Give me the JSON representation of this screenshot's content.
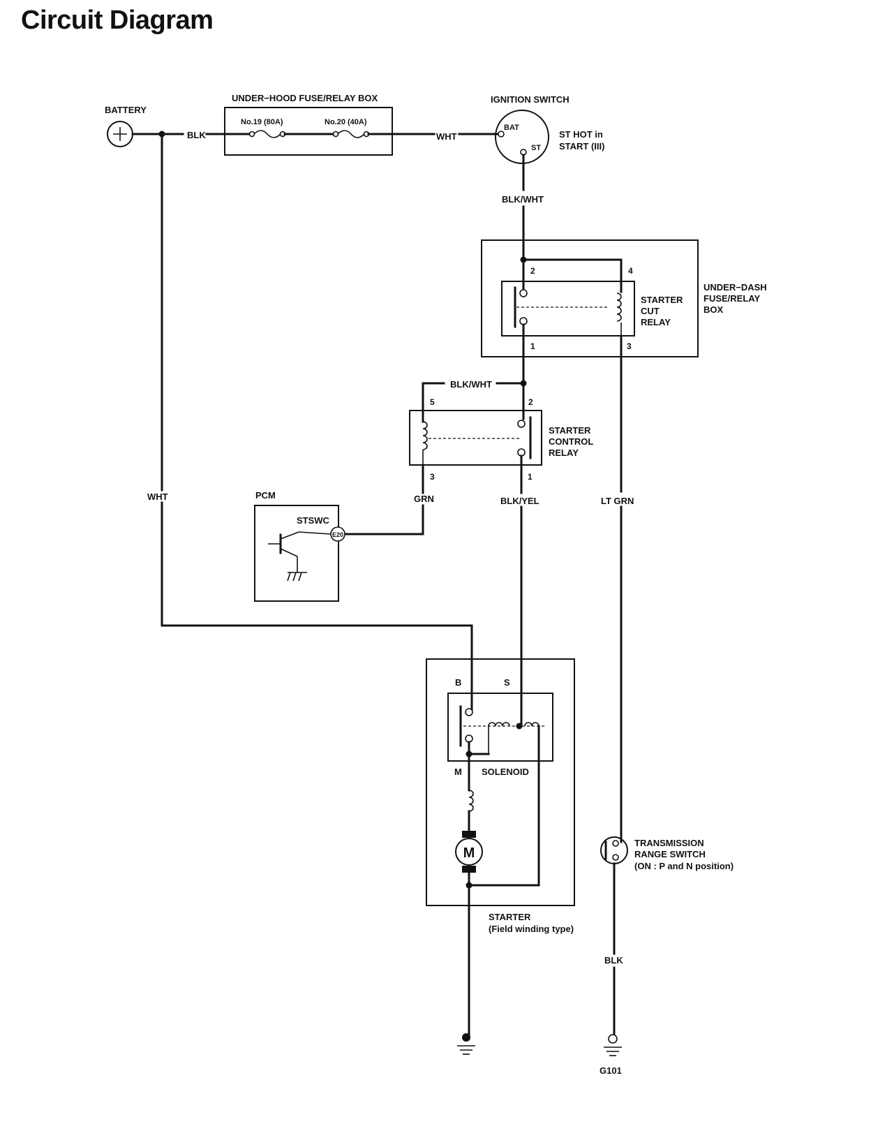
{
  "title": "Circuit Diagram",
  "battery": {
    "label": "BATTERY",
    "symbol": "+"
  },
  "underhood_box": {
    "label": "UNDER−HOOD FUSE/RELAY BOX",
    "fuse1": "No.19 (80A)",
    "fuse2": "No.20 (40A)"
  },
  "ignition_switch": {
    "label": "IGNITION SWITCH",
    "bat": "BAT",
    "st": "ST",
    "note_line1": "ST HOT in",
    "note_line2": "START (III)"
  },
  "underdash_box": {
    "label_line1": "UNDER−DASH",
    "label_line2": "FUSE/RELAY",
    "label_line3": "BOX"
  },
  "starter_cut_relay": {
    "label_line1": "STARTER",
    "label_line2": "CUT",
    "label_line3": "RELAY",
    "pin_2": "2",
    "pin_4": "4",
    "pin_1": "1",
    "pin_3": "3"
  },
  "starter_control_relay": {
    "label_line1": "STARTER",
    "label_line2": "CONTROL",
    "label_line3": "RELAY",
    "pin_5": "5",
    "pin_2": "2",
    "pin_3": "3",
    "pin_1": "1"
  },
  "pcm": {
    "label": "PCM",
    "stswc": "STSWC",
    "terminal": "E20"
  },
  "wires": {
    "blk_battery": "BLK",
    "wht_fuse": "WHT",
    "blk_wht_ign": "BLK/WHT",
    "blk_wht_relay": "BLK/WHT",
    "wht_battery": "WHT",
    "grn": "GRN",
    "blk_yel": "BLK/YEL",
    "lt_grn": "LT GRN",
    "blk_ground": "BLK"
  },
  "starter": {
    "label_line1": "STARTER",
    "label_line2": "(Field winding type)",
    "b": "B",
    "s": "S",
    "m": "M",
    "solenoid": "SOLENOID",
    "motor": "M"
  },
  "transmission_switch": {
    "label_line1": "TRANSMISSION",
    "label_line2": "RANGE SWITCH",
    "label_line3": "(ON : P and N position)"
  },
  "ground": {
    "label": "G101"
  }
}
